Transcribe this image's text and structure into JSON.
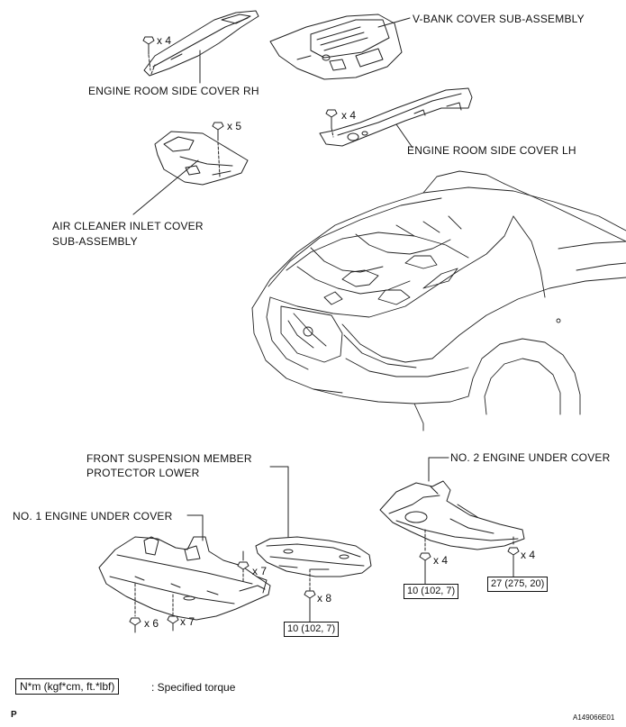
{
  "labels": {
    "v_bank_cover": "V-BANK COVER SUB-ASSEMBLY",
    "side_cover_rh": "ENGINE ROOM SIDE COVER RH",
    "side_cover_lh": "ENGINE ROOM SIDE COVER LH",
    "air_cleaner_line1": "AIR CLEANER INLET COVER",
    "air_cleaner_line2": "SUB-ASSEMBLY",
    "front_susp_line1": "FRONT SUSPENSION MEMBER",
    "front_susp_line2": "PROTECTOR LOWER",
    "no1_under_cover": "NO. 1 ENGINE UNDER COVER",
    "no2_under_cover": "NO. 2 ENGINE UNDER COVER"
  },
  "quantities": {
    "rh_bolts": "x 4",
    "air_cleaner_bolts": "x 5",
    "lh_bolts": "x 4",
    "no1_bolts_a": "x 7",
    "no1_bolts_b": "x 6",
    "no1_bolts_c": "x 7",
    "front_susp_bolts": "x 8",
    "no2_bolts_a": "x 4",
    "no2_bolts_b": "x 4"
  },
  "torques": {
    "front_susp": "10 (102, 7)",
    "no2_a": "10 (102, 7)",
    "no2_b": "27 (275, 20)"
  },
  "legend": {
    "unit": "N*m (kgf*cm, ft.*lbf)",
    "description": ": Specified torque"
  },
  "figure_id": "A149066E01",
  "corner_mark": "P"
}
